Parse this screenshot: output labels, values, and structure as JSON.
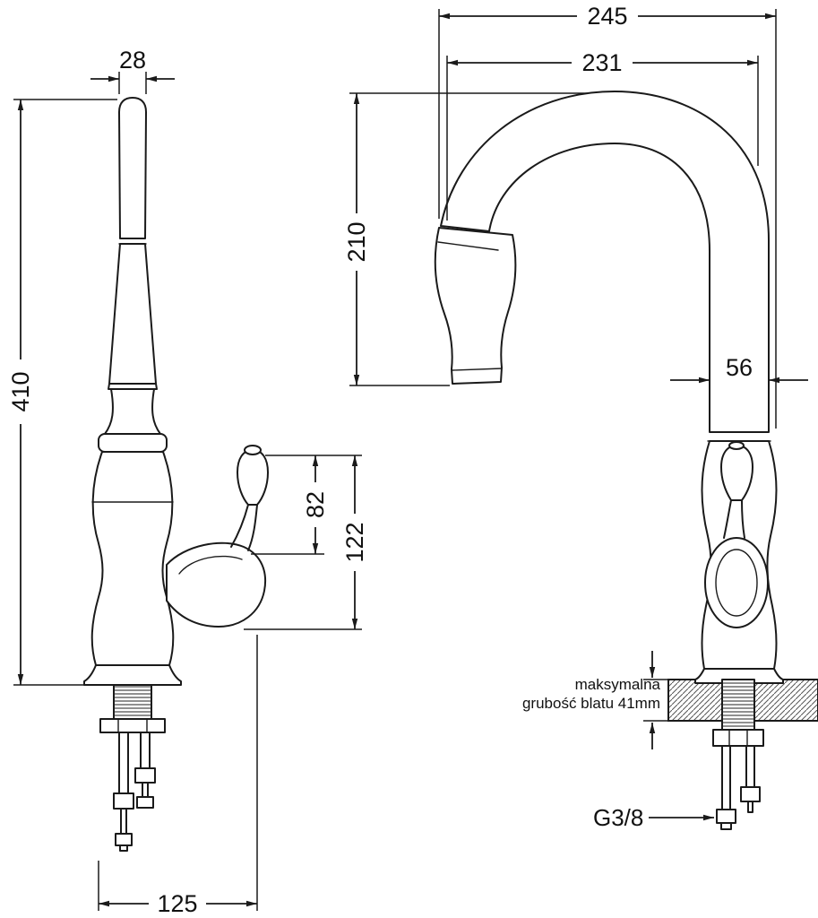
{
  "drawing": {
    "subject": "kitchen-faucet-dimension-drawing"
  },
  "dimensions": {
    "left": {
      "spout_top_width": "28",
      "total_height": "410",
      "handle_height": "82",
      "handle_section_height": "122",
      "base_depth": "125"
    },
    "right": {
      "total_depth": "245",
      "spout_reach": "231",
      "spout_height": "210",
      "body_width": "56",
      "counter_note_line1": "maksymalna",
      "counter_note_line2": "grubość blatu 41mm",
      "connection_thread": "G3/8"
    }
  }
}
